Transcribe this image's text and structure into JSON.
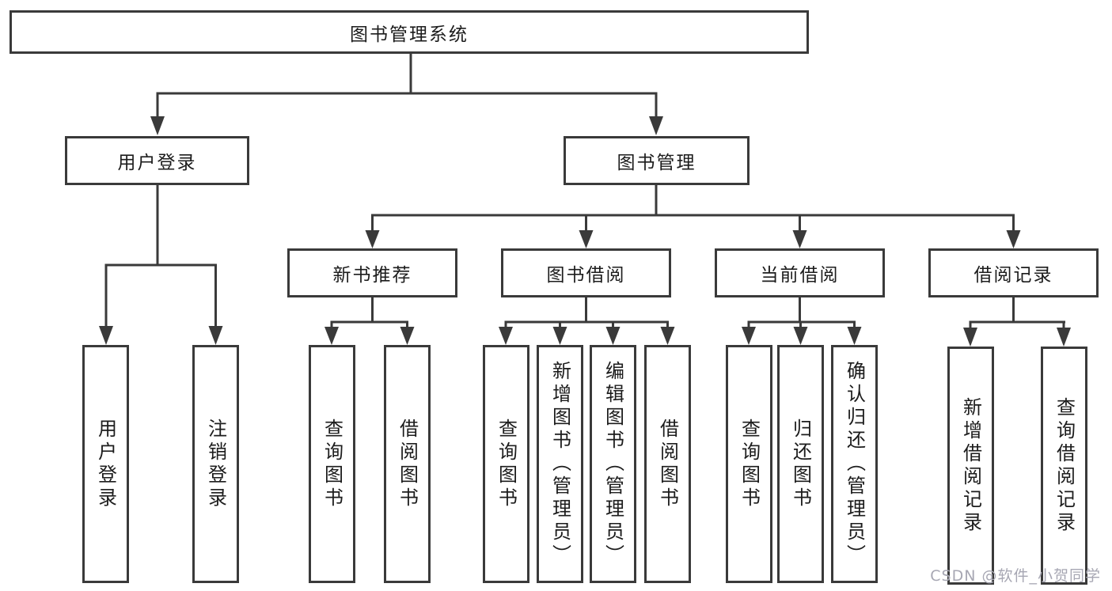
{
  "diagram": {
    "root_label": "图书管理系统",
    "branches": [
      "用户登录",
      "图书管理"
    ],
    "modules": [
      "新书推荐",
      "图书借阅",
      "当前借阅",
      "借阅记录"
    ],
    "leaves": [
      "用户登录",
      "注销登录",
      "查询图书",
      "借阅图书",
      "查询图书",
      "新增图书（管理员）",
      "编辑图书（管理员）",
      "借阅图书",
      "查询图书",
      "归还图书",
      "确认归还（管理员）",
      "新增借阅记录",
      "查询借阅记录"
    ],
    "watermark": "CSDN @软件_小贺同学",
    "colors": {
      "line": "#3a3a3a",
      "text": "#1c1c1c",
      "background": "#ffffff",
      "watermark": "#a7a7b3"
    }
  }
}
